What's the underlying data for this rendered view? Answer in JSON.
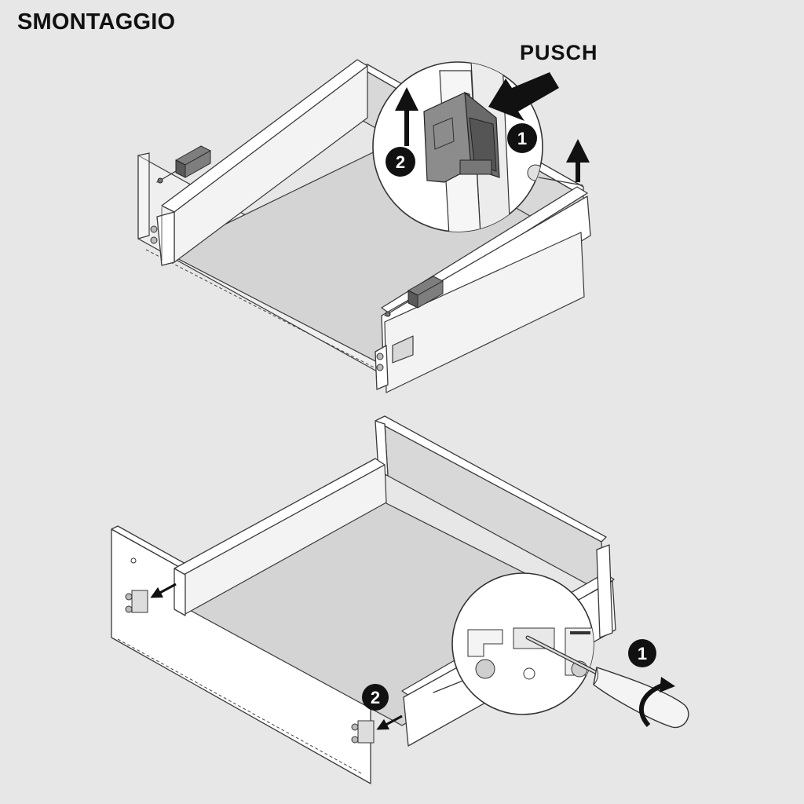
{
  "title": "SMONTAGGIO",
  "top_figure": {
    "push_label": "PUSCH",
    "steps": [
      "1",
      "2"
    ]
  },
  "bottom_figure": {
    "steps": [
      "1",
      "2"
    ]
  },
  "colors": {
    "background": "#e7e7e7",
    "line": "#3a3a3a",
    "badge": "#111111",
    "drawer_bottom": "#d4d4d4"
  },
  "icons": [
    "push-arrow-icon",
    "lift-arrow-icon",
    "pull-arrow-icon",
    "rotate-arrow-icon",
    "screwdriver-icon"
  ]
}
